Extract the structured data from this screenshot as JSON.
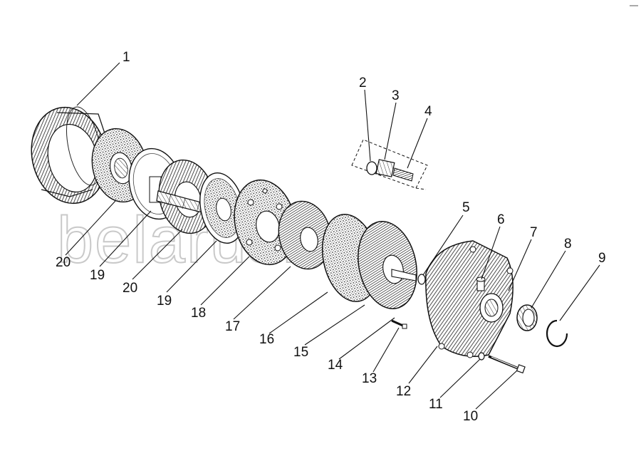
{
  "watermark": "belarus1.ru",
  "callouts": [
    {
      "id": "1",
      "text": "1"
    },
    {
      "id": "2",
      "text": "2"
    },
    {
      "id": "3",
      "text": "3"
    },
    {
      "id": "4",
      "text": "4"
    },
    {
      "id": "5",
      "text": "5"
    },
    {
      "id": "6",
      "text": "6"
    },
    {
      "id": "7",
      "text": "7"
    },
    {
      "id": "8",
      "text": "8"
    },
    {
      "id": "9",
      "text": "9"
    },
    {
      "id": "10",
      "text": "10"
    },
    {
      "id": "11",
      "text": "11"
    },
    {
      "id": "12",
      "text": "12"
    },
    {
      "id": "13",
      "text": "13"
    },
    {
      "id": "14",
      "text": "14"
    },
    {
      "id": "15",
      "text": "15"
    },
    {
      "id": "16",
      "text": "16"
    },
    {
      "id": "17",
      "text": "17"
    },
    {
      "id": "18",
      "text": "18"
    },
    {
      "id": "19a",
      "text": "19"
    },
    {
      "id": "19b",
      "text": "19"
    },
    {
      "id": "20a",
      "text": "20"
    },
    {
      "id": "20b",
      "text": "20"
    }
  ]
}
